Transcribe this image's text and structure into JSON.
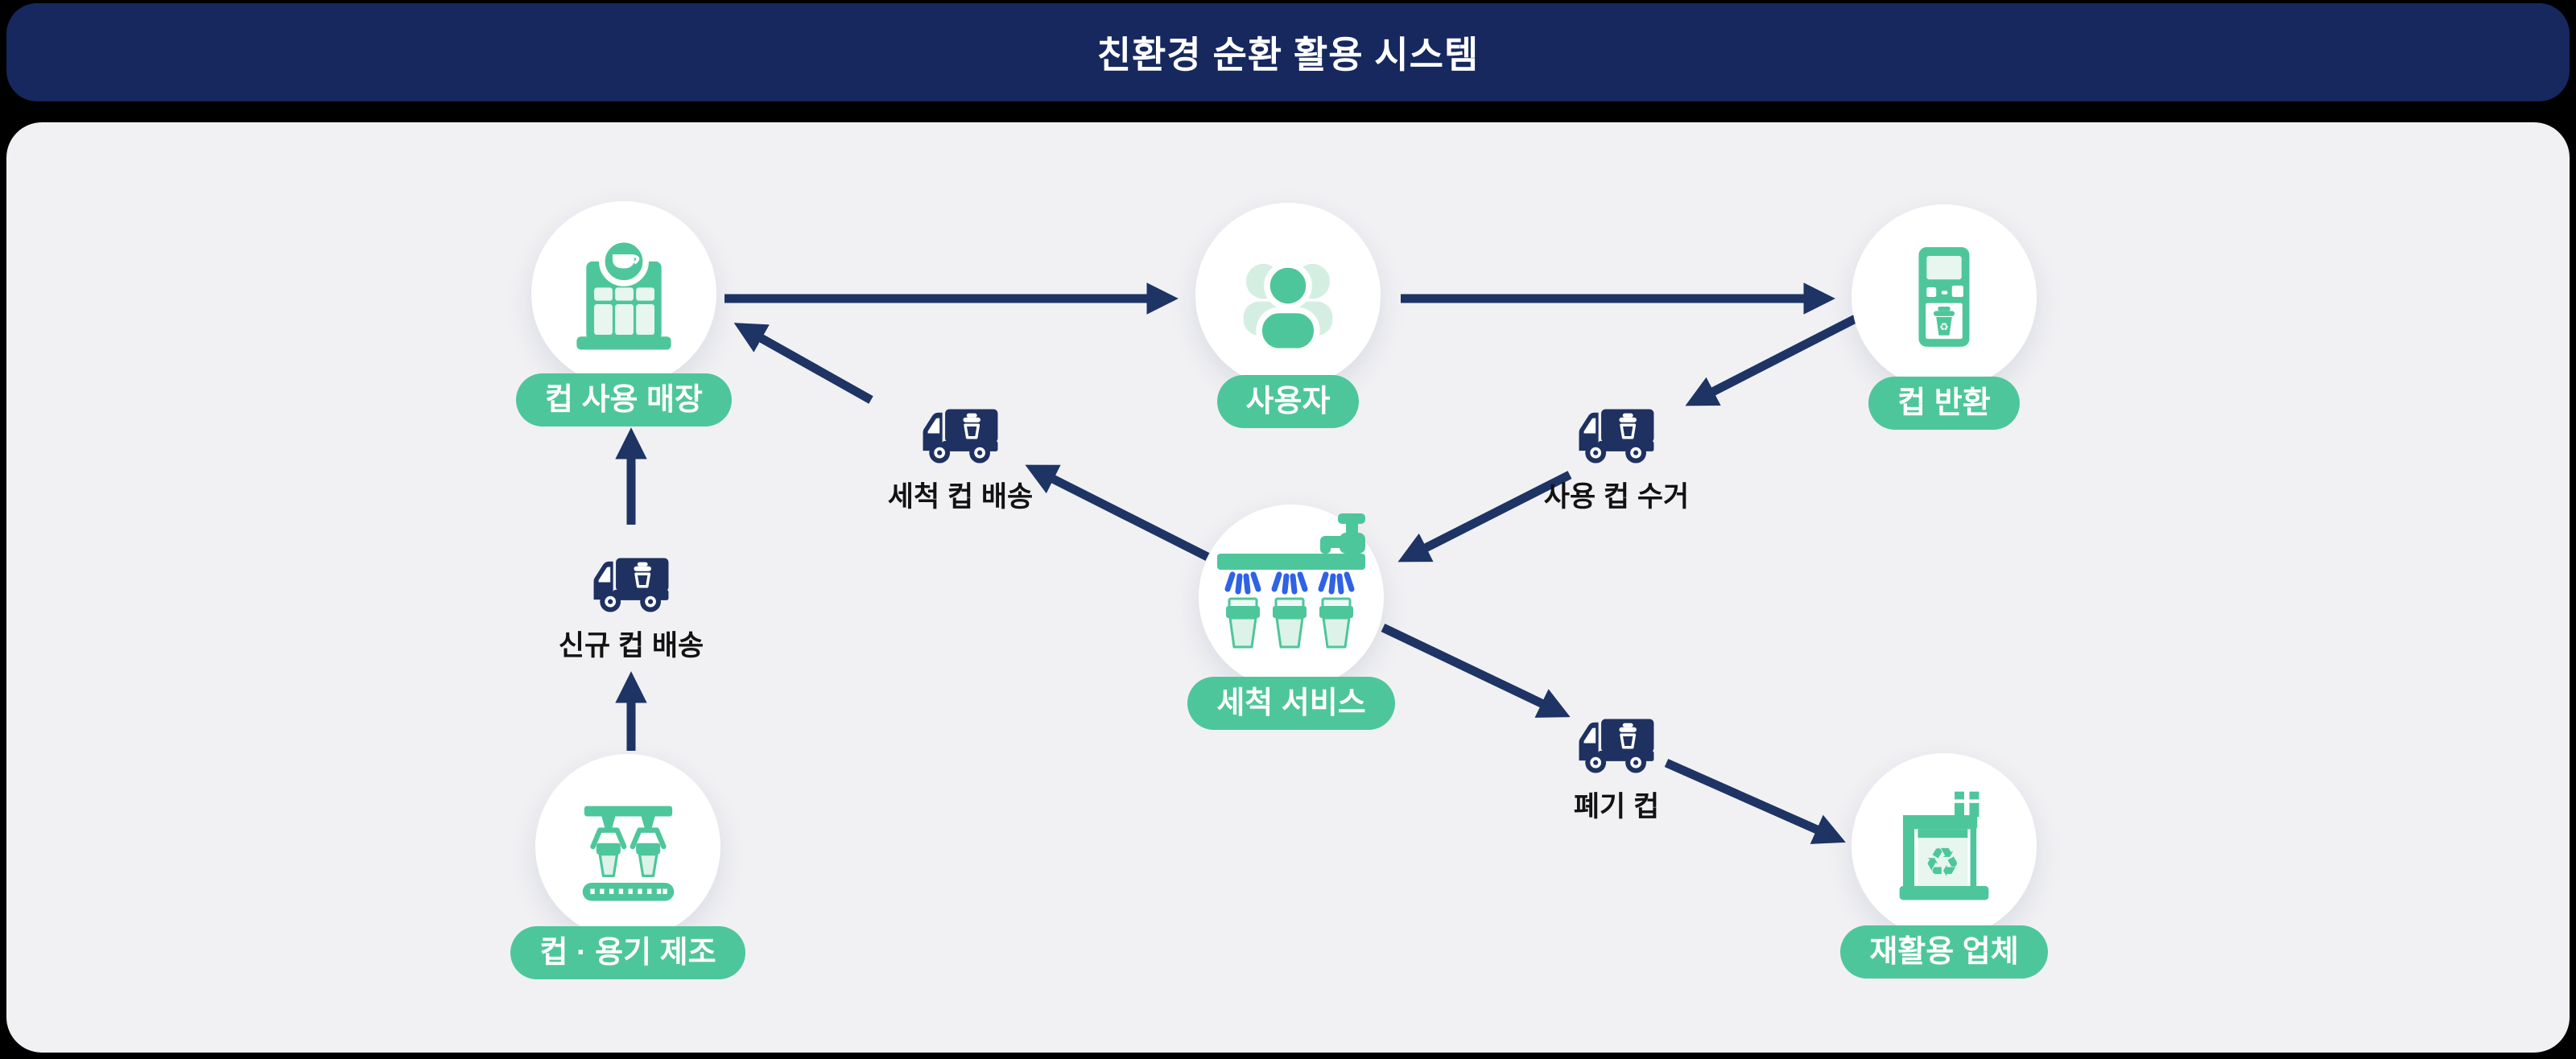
{
  "title": "친환경 순환 활용 시스템",
  "colors": {
    "header_navy": "#16285e",
    "panel_gray": "#f1f1f4",
    "accent_green": "#4ec69b",
    "mint_light": "#e7f6ef",
    "arrow_navy": "#1d3464",
    "spray_blue": "#2f62e5",
    "label_text": "#121212",
    "frame_black": "#000000"
  },
  "nodes": [
    {
      "id": "store",
      "label": "컵 사용 매장",
      "icon": "store-icon"
    },
    {
      "id": "user",
      "label": "사용자",
      "icon": "users-icon"
    },
    {
      "id": "cup-return",
      "label": "컵 반환",
      "icon": "return-kiosk-icon"
    },
    {
      "id": "washing",
      "label": "세척 서비스",
      "icon": "washing-icon"
    },
    {
      "id": "manufacture",
      "label": "컵 · 용기 제조",
      "icon": "factory-claw-icon"
    },
    {
      "id": "recycler",
      "label": "재활용 업체",
      "icon": "recycle-factory-icon"
    }
  ],
  "transports": [
    {
      "id": "washed-cup-delivery",
      "label": "세척 컵 배송",
      "icon": "truck-icon"
    },
    {
      "id": "used-cup-collection",
      "label": "사용 컵 수거",
      "icon": "truck-icon"
    },
    {
      "id": "new-cup-delivery",
      "label": "신규 컵 배송",
      "icon": "truck-icon"
    },
    {
      "id": "waste-cup",
      "label": "폐기 컵",
      "icon": "truck-icon"
    }
  ],
  "edges": [
    {
      "from": "store",
      "to": "user"
    },
    {
      "from": "user",
      "to": "cup-return"
    },
    {
      "from": "cup-return",
      "to": "used-cup-collection"
    },
    {
      "from": "used-cup-collection",
      "to": "washing"
    },
    {
      "from": "washing",
      "to": "washed-cup-delivery"
    },
    {
      "from": "washed-cup-delivery",
      "to": "store"
    },
    {
      "from": "washing",
      "to": "waste-cup"
    },
    {
      "from": "waste-cup",
      "to": "recycler"
    },
    {
      "from": "manufacture",
      "to": "new-cup-delivery"
    },
    {
      "from": "new-cup-delivery",
      "to": "store"
    }
  ]
}
